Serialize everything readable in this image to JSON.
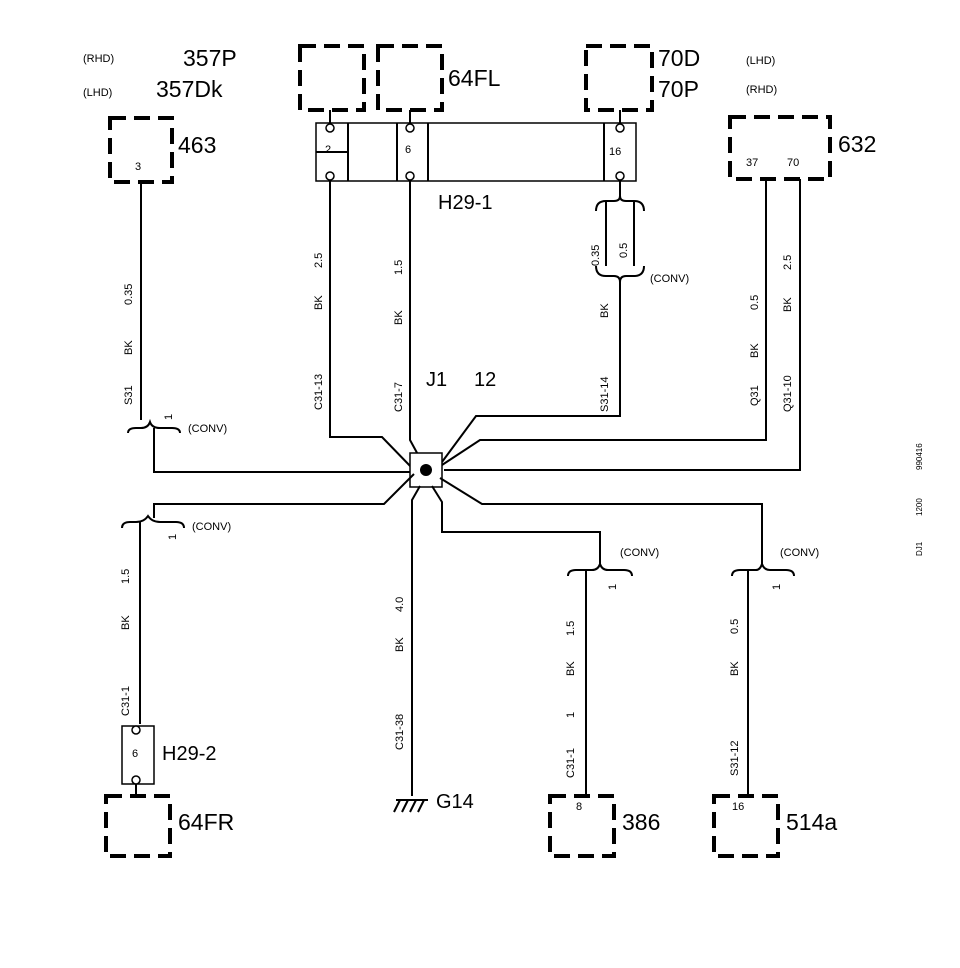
{
  "top_left": {
    "rhd_tag": "(RHD)",
    "lhd_tag": "(LHD)",
    "code_357p": "357P",
    "code_357dk": "357Dk"
  },
  "top_right": {
    "lhd_tag": "(LHD)",
    "rhd_tag": "(RHD)",
    "code_70d": "70D",
    "code_70p": "70P"
  },
  "components": {
    "c463": "463",
    "c64fl": "64FL",
    "c632": "632",
    "h29_1": "H29-1",
    "h29_2": "H29-2",
    "c64fr": "64FR",
    "g14": "G14",
    "c386": "386",
    "c514a": "514a",
    "j1": "J1",
    "j1_pin": "12"
  },
  "pins": {
    "p463": "3",
    "h29_1_a": "2",
    "h29_1_b": "6",
    "h29_1_c": "16",
    "p632_a": "37",
    "p632_b": "70",
    "h29_2": "6",
    "p386": "8",
    "p514a": "16"
  },
  "wires": {
    "w463": {
      "size": "0.35",
      "color": "BK",
      "circuit": "S31",
      "pin": "1"
    },
    "w_h29_2": {
      "size": "2.5",
      "color": "BK",
      "circuit": "C31-13"
    },
    "w_h29_6": {
      "size": "1.5",
      "color": "BK",
      "circuit": "C31-7"
    },
    "w_h29_16": {
      "size_a": "0.35",
      "size_b": "0.5",
      "color": "BK",
      "circuit": "S31-14"
    },
    "w632_37": {
      "size": "0.5",
      "color": "BK",
      "circuit": "Q31"
    },
    "w632_70": {
      "size": "2.5",
      "color": "BK",
      "circuit": "Q31-10"
    },
    "w64fr": {
      "size": "1.5",
      "color": "BK",
      "circuit": "C31-1",
      "pin": "1"
    },
    "wg14": {
      "size": "4.0",
      "color": "BK",
      "circuit": "C31-38"
    },
    "w386": {
      "size": "1.5",
      "color": "BK",
      "circuit": "C31-1",
      "pin": "1",
      "pin2": "1"
    },
    "w514a": {
      "size": "0.5",
      "color": "BK",
      "circuit": "S31-12",
      "pin": "1"
    }
  },
  "conv_labels": {
    "c1": "(CONV)",
    "c2": "(CONV)",
    "c3": "(CONV)",
    "c4": "(CONV)",
    "c5": "(CONV)"
  },
  "side_ref": {
    "code": "990416",
    "num": "1200",
    "dj": "DJ1"
  }
}
